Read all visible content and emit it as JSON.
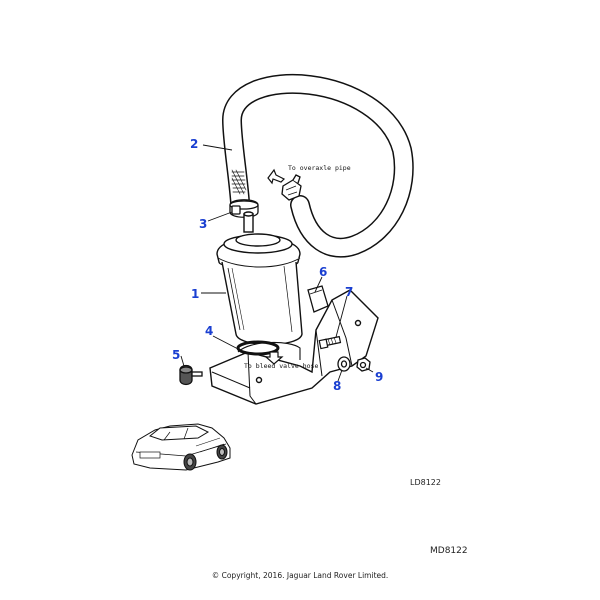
{
  "callouts": {
    "c1": "1",
    "c2": "2",
    "c3": "3",
    "c4": "4",
    "c5": "5",
    "c6": "6",
    "c7": "7",
    "c8": "8",
    "c9": "9"
  },
  "notes": {
    "overaxle": "To overaxle pipe",
    "bleed": "To bleed valve hose"
  },
  "drawing_ref": "LD8122",
  "diagram_code": "MD8122",
  "copyright": "© Copyright, 2016. Jaguar Land Rover Limited.",
  "colors": {
    "callout": "#1a3fd1",
    "line": "#111111"
  }
}
